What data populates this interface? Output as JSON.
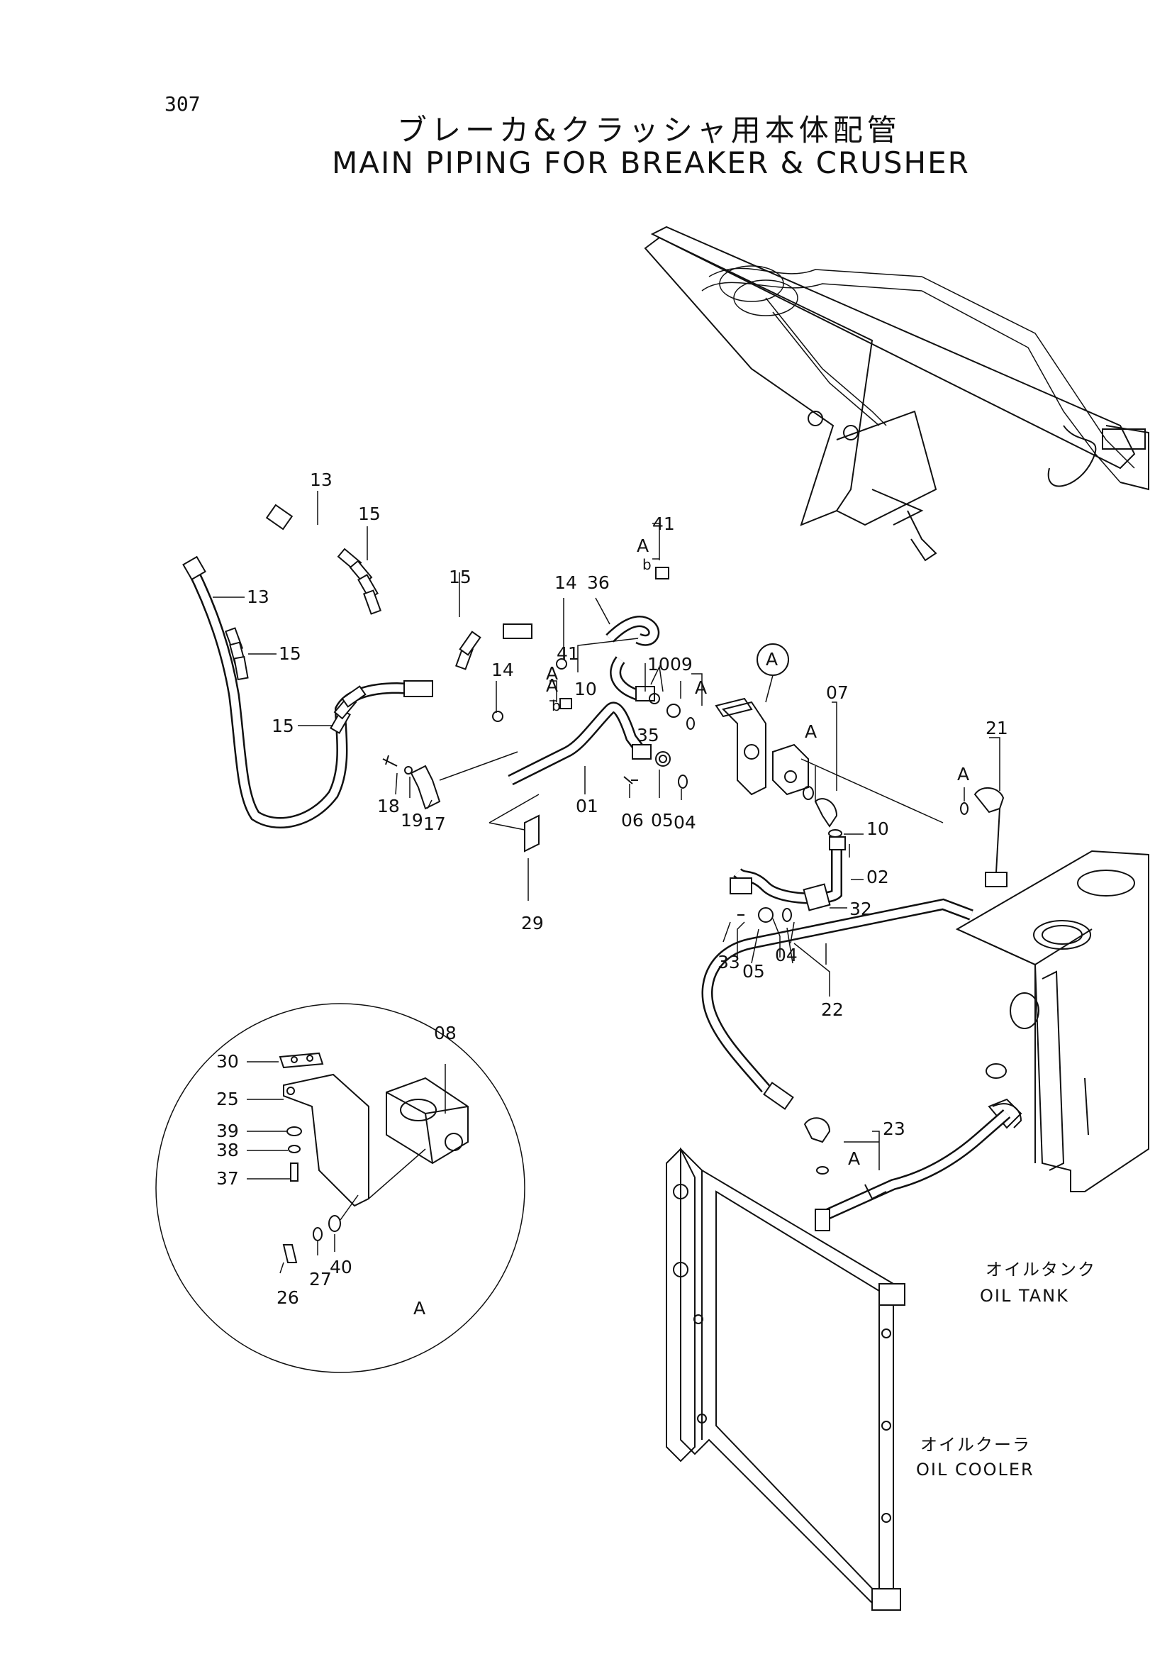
{
  "page_number": "307",
  "title_jp": "ブレーカ&クラッシャ用本体配管",
  "title_en": "MAIN PIPING FOR BREAKER & CRUSHER",
  "captions": {
    "oil_tank_jp": "オイルタンク",
    "oil_tank_en": "OIL TANK",
    "oil_cooler_jp": "オイルクーラ",
    "oil_cooler_en": "OIL COOLER"
  },
  "detail_marker": "A",
  "sub_marker": "b",
  "part_labels": [
    "13",
    "15",
    "13",
    "15",
    "15",
    "15",
    "14",
    "36",
    "41",
    "A",
    "b",
    "A",
    "41",
    "A",
    "b",
    "14",
    "10",
    "35",
    "10",
    "09",
    "A",
    "A",
    "07",
    "A",
    "21",
    "A",
    "18",
    "19",
    "17",
    "01",
    "06",
    "05",
    "04",
    "10",
    "02",
    "29",
    "32",
    "33",
    "05",
    "04",
    "22",
    "23",
    "A",
    "08",
    "30",
    "25",
    "39",
    "38",
    "37",
    "26",
    "27",
    "40",
    "A"
  ]
}
